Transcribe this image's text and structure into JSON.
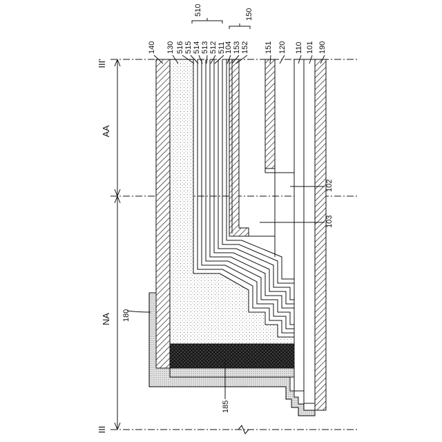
{
  "figure": {
    "section_top": "III'",
    "section_bottom": "III",
    "region_active": "AA",
    "region_nonactive": "NA",
    "top_labels": [
      "140",
      "130",
      "516",
      "515",
      "514",
      "513",
      "512",
      "511",
      "104",
      "153",
      "152",
      "151",
      "120",
      "110",
      "101",
      "190"
    ],
    "group_510": "510",
    "group_150": "150",
    "label_180": "180",
    "label_185": "185",
    "label_102": "102",
    "label_103": "103"
  }
}
